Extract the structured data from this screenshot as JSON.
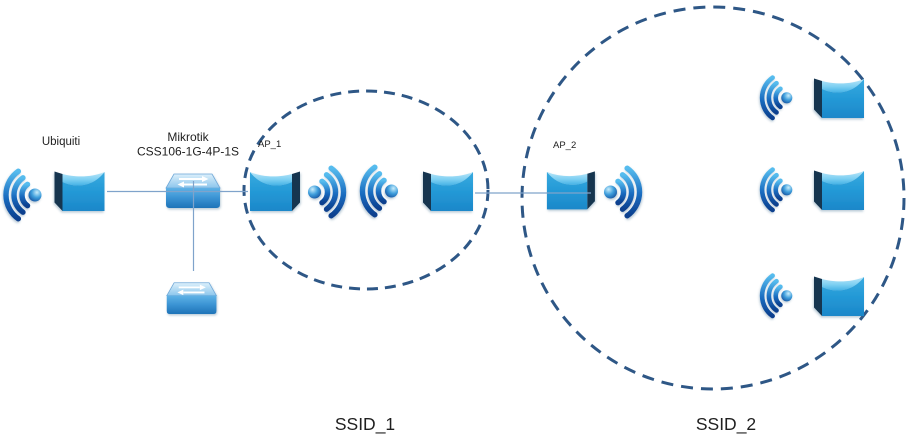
{
  "diagram": {
    "kind": "network-topology-diagram",
    "nodes": {
      "ubiquiti_ap": {
        "label": "Ubiquiti",
        "type": "wireless-access-point"
      },
      "mikrotik_switch": {
        "label_line1": "Mikrotik",
        "label_line2": "CSS106-1G-4P-1S",
        "type": "switch"
      },
      "secondary_switch": {
        "type": "switch"
      },
      "ap_1": {
        "label": "AP_1",
        "type": "wireless-access-point"
      },
      "ssid1_peer_ap": {
        "type": "wireless-access-point"
      },
      "ap_2": {
        "label": "AP_2",
        "type": "wireless-access-point"
      },
      "ssid2_client_ap_top": {
        "type": "wireless-access-point"
      },
      "ssid2_client_ap_middle": {
        "type": "wireless-access-point"
      },
      "ssid2_client_ap_bottom": {
        "type": "wireless-access-point"
      }
    },
    "zones": {
      "ssid_1": {
        "label": "SSID_1"
      },
      "ssid_2": {
        "label": "SSID_2"
      }
    },
    "connections": [
      "ubiquiti_ap - mikrotik_switch",
      "mikrotik_switch - ap_1",
      "mikrotik_switch - secondary_switch",
      "ssid1_peer_ap - ap_2"
    ],
    "colors": {
      "background": "#FFFFFF",
      "zone_border": "#2E5786",
      "connector": "#7FA3CB",
      "label": "#1F1F1F",
      "ap_front": "#1E93D3",
      "ap_top_light": "#A9E0F7",
      "ap_side_dark": "#16364F",
      "wifi_arc_light": "#56BCEE",
      "wifi_arc_dark": "#0C3F8E",
      "switch_top": "#BFE2F6",
      "switch_front": "#1E73B8"
    }
  }
}
